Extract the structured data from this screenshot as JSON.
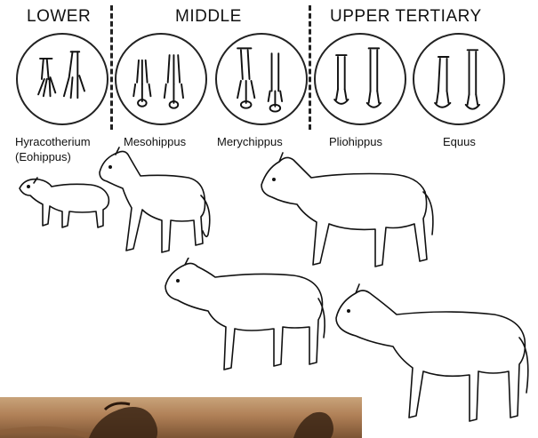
{
  "periods": {
    "lower": "LOWER",
    "middle": "MIDDLE",
    "upper": "UPPER TERTIARY"
  },
  "genera": [
    {
      "label": "Hyracotherium",
      "label2": "(Eohippus)"
    },
    {
      "label": "Mesohippus"
    },
    {
      "label": "Merychippus"
    },
    {
      "label": "Pliohippus"
    },
    {
      "label": "Equus"
    }
  ],
  "colors": {
    "ink": "#111111",
    "photo_tone": "#b08057"
  },
  "icons": {
    "foot_diagrams": [
      "four-toed-foot-icon",
      "three-toed-foot-icon",
      "three-toed-foot-icon",
      "single-hoof-foot-icon",
      "single-hoof-foot-icon"
    ],
    "horses": [
      "hyracotherium-figure",
      "mesohippus-figure",
      "merychippus-figure",
      "pliohippus-figure",
      "equus-figure"
    ],
    "photo": "horse-photo"
  }
}
